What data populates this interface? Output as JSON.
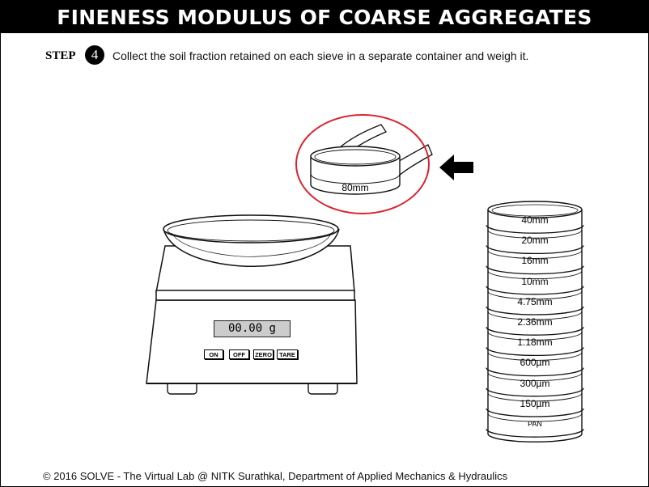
{
  "header": {
    "title": "FINENESS MODULUS OF COARSE AGGREGATES"
  },
  "step": {
    "label": "STEP",
    "number": "4",
    "instruction": "Collect the soil fraction retained on each sieve in a separate container and weigh it."
  },
  "selected_sieve": {
    "label": "80mm"
  },
  "scale": {
    "display": "00.00 g",
    "buttons": {
      "on": "ON",
      "off": "OFF",
      "zero": "ZERO",
      "tare": "TARE"
    }
  },
  "sieve_stack": [
    "40mm",
    "20mm",
    "16mm",
    "10mm",
    "4.75mm",
    "2.36mm",
    "1.18mm",
    "600µm",
    "300µm",
    "150µm"
  ],
  "pan": {
    "label": "PAN"
  },
  "footer": {
    "text": "© 2016 SOLVE - The Virtual Lab @ NITK Surathkal, Department of Applied Mechanics & Hydraulics"
  },
  "colors": {
    "highlight_circle": "#d9232e",
    "display_bg": "#cccccc"
  }
}
